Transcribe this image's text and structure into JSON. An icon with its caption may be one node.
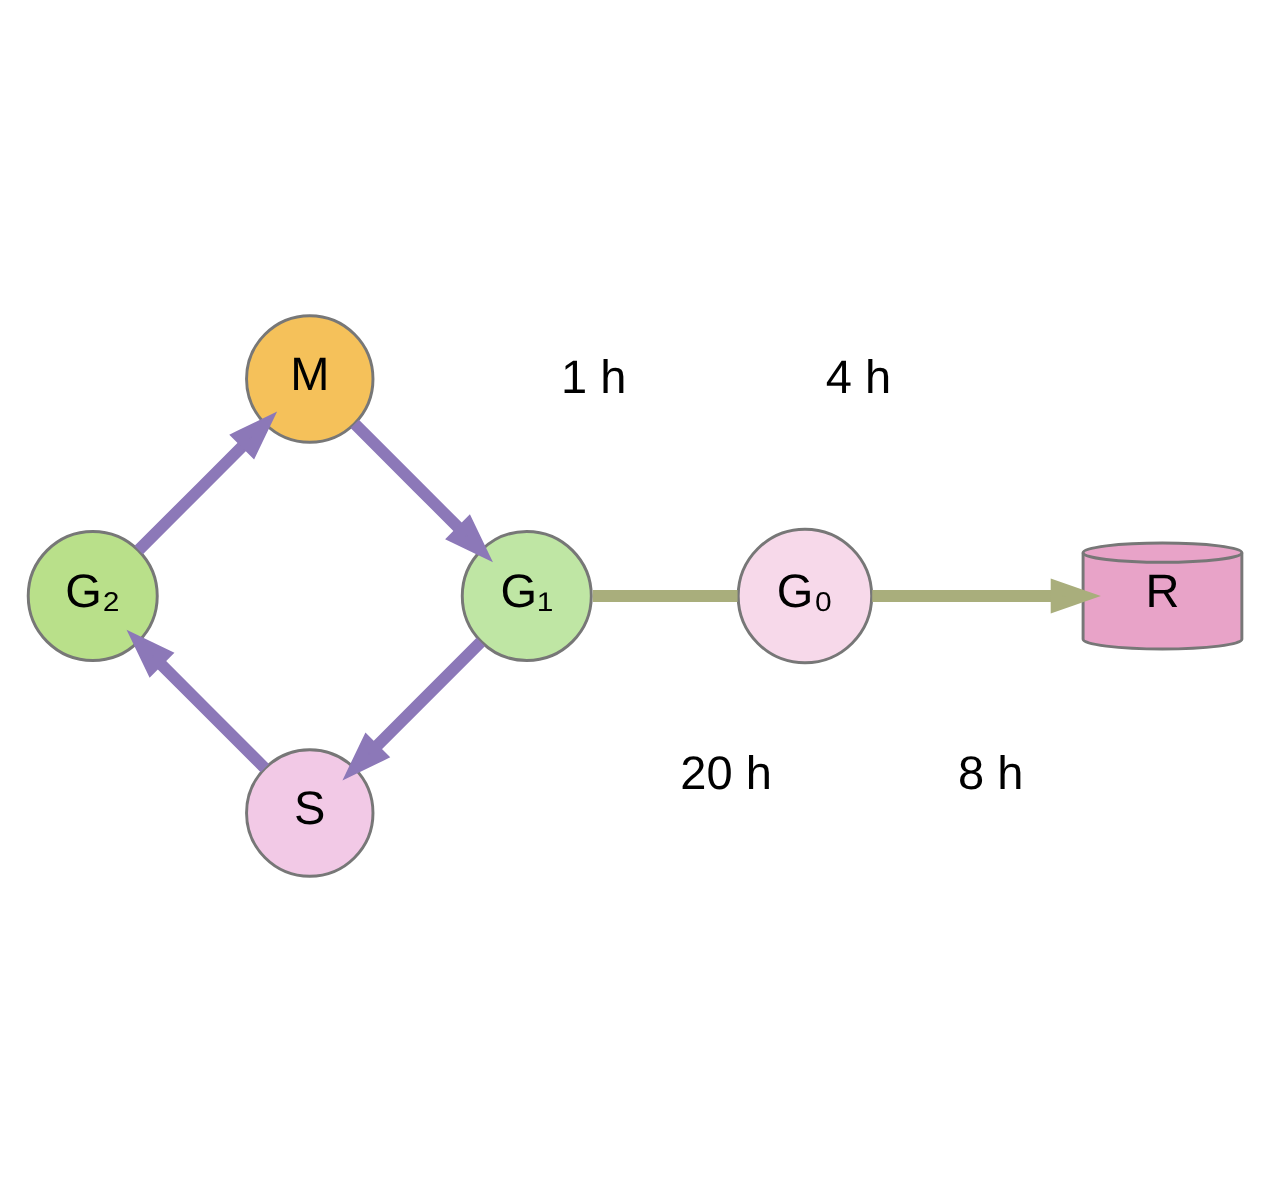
{
  "diagram": {
    "nodes": [
      {
        "text": [
          "G₂"
        ]
      },
      {
        "text": [
          "M"
        ]
      },
      {
        "text": [
          "S"
        ]
      },
      {
        "text": [
          "G₁"
        ]
      },
      {
        "text": [
          "R"
        ]
      },
      {
        "text": [
          "G₀"
        ]
      }
    ],
    "edges": [
      {
        "from": 2,
        "to": 0,
        "arrow": "to"
      },
      {
        "from": 0,
        "to": 1,
        "arrow": "to"
      },
      {
        "from": 1,
        "to": 3,
        "arrow": "to"
      },
      {
        "from": 3,
        "to": 2,
        "arrow": "to"
      },
      {
        "from": 3,
        "to": 5,
        "arrow": "none",
        "color": "#a9ae7c"
      },
      {
        "from": 5,
        "to": 4,
        "arrow": "to",
        "color": "#a9ae7c"
      }
    ],
    "labels": [
      "4 h",
      "1 h",
      "20 h",
      "8 h"
    ]
  }
}
